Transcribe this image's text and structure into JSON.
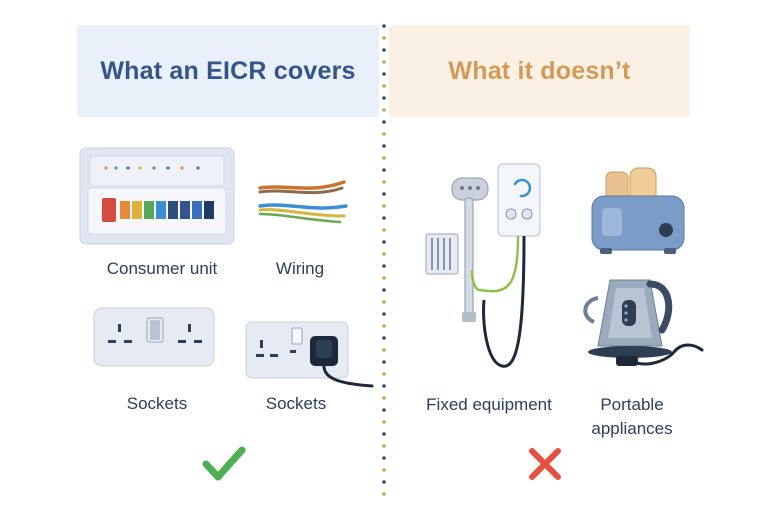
{
  "left_panel": {
    "title": "What an EICR covers",
    "items": [
      {
        "label": "Consumer unit",
        "icon": "consumer-unit-icon"
      },
      {
        "label": "Wiring",
        "icon": "wiring-icon"
      },
      {
        "label": "Sockets",
        "icon": "double-socket-icon"
      },
      {
        "label": "Sockets",
        "icon": "socket-with-plug-icon"
      }
    ],
    "status_icon": "check-icon"
  },
  "right_panel": {
    "title": "What it doesn’t",
    "items": [
      {
        "label": "Fixed equipment",
        "icon": "electric-shower-icon"
      },
      {
        "label": "Portable\nappliances",
        "icon": "toaster-kettle-icon"
      }
    ],
    "status_icon": "cross-icon"
  },
  "colors": {
    "left_panel_bg": "#eaf0fa",
    "right_panel_bg": "#fbf0e4",
    "left_title": "#33558a",
    "right_title": "#d39a55",
    "check": "#4caf50",
    "cross": "#e4523f"
  }
}
